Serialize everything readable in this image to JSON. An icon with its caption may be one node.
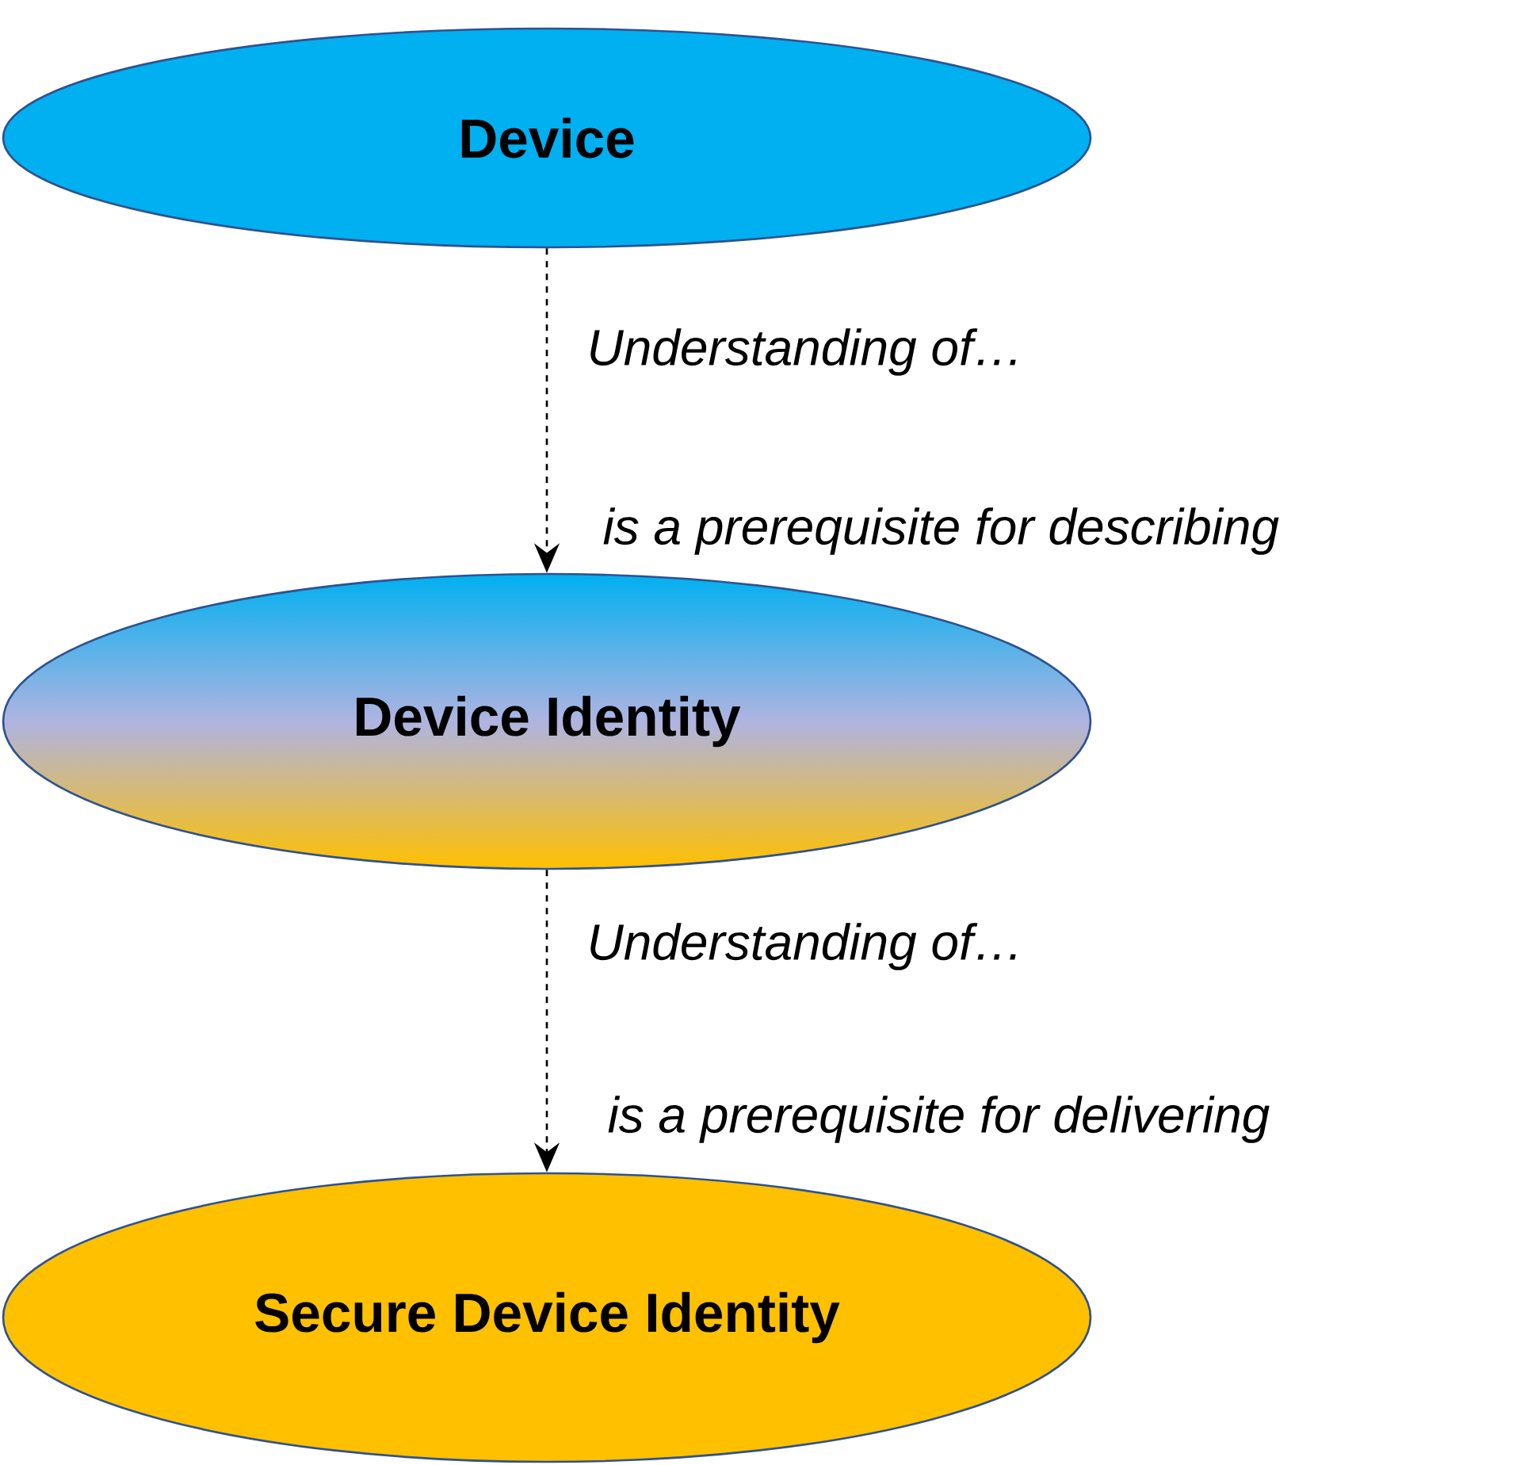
{
  "diagram": {
    "nodes": [
      {
        "text": [
          "Device"
        ]
      },
      {
        "text": [
          "Device Identity"
        ]
      },
      {
        "text": [
          "Secure Device Identity"
        ]
      }
    ],
    "edges": [
      {
        "from": 0,
        "to": 1,
        "arrow": "to",
        "style": "dashed"
      },
      {
        "from": 1,
        "to": 2,
        "arrow": "to",
        "style": "dashed"
      }
    ],
    "labels": [
      "Understanding of…",
      "is a prerequisite for describing",
      "Understanding of…",
      "is a prerequisite for delivering"
    ]
  }
}
